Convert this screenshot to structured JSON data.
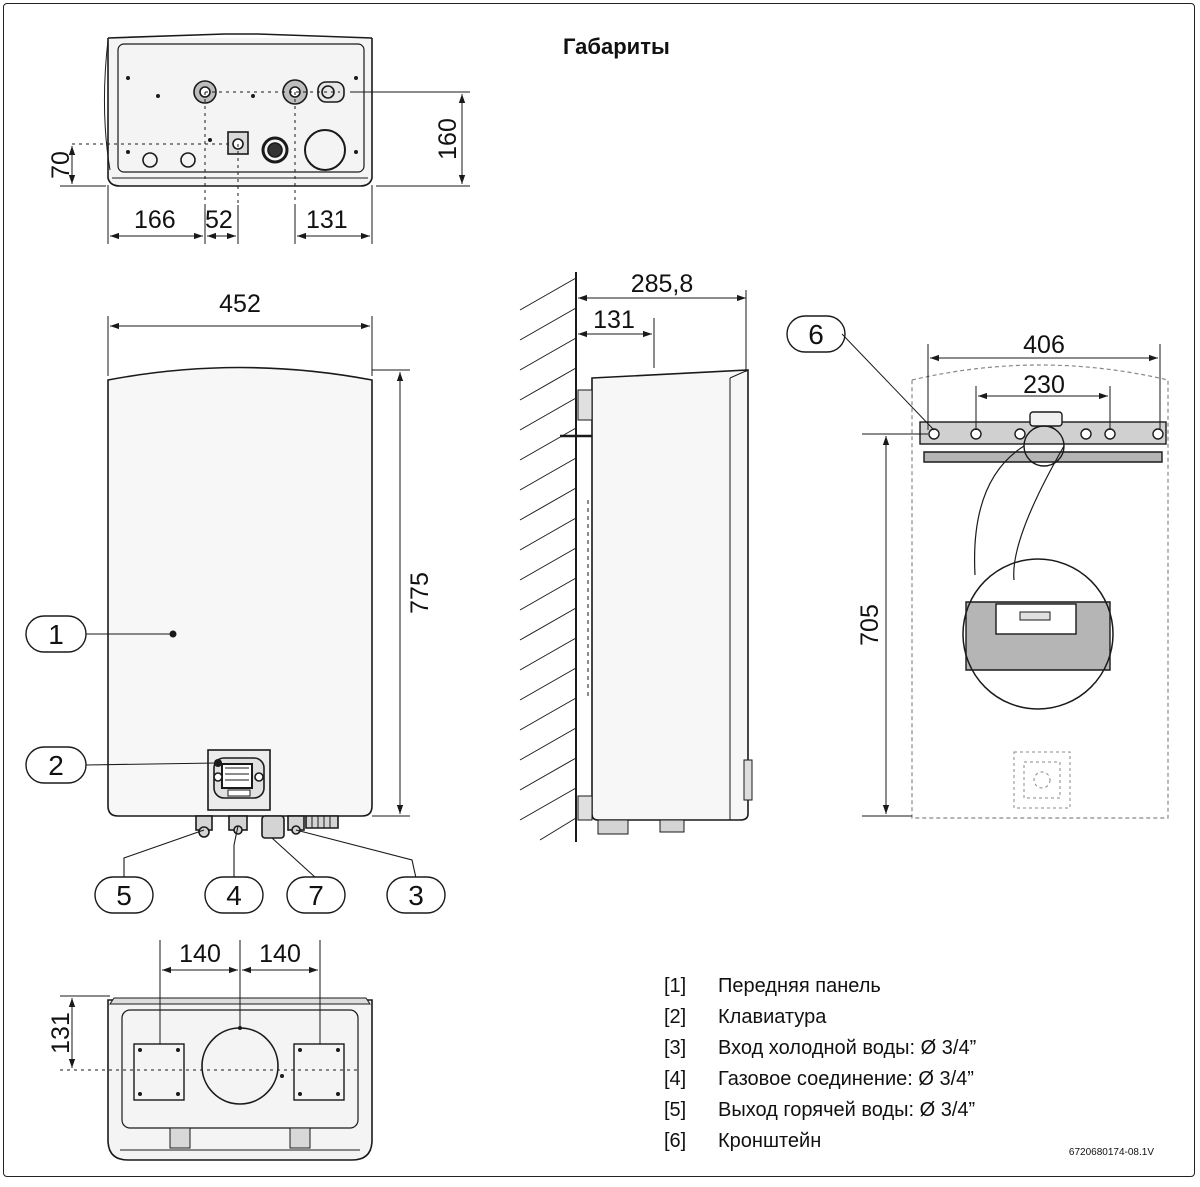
{
  "title": "Габариты",
  "dimensions": {
    "top_view": {
      "h_160": "160",
      "h_70": "70",
      "w_166": "166",
      "w_52": "52",
      "w_131": "131"
    },
    "front_view": {
      "width": "452",
      "height": "775"
    },
    "side_view": {
      "depth": "285,8",
      "offset": "131"
    },
    "bracket_view": {
      "outer": "406",
      "inner": "230",
      "height": "705"
    },
    "bottom_view": {
      "left": "140",
      "right": "140",
      "depth": "131"
    }
  },
  "callouts": [
    "1",
    "2",
    "3",
    "4",
    "5",
    "6",
    "7"
  ],
  "legend": [
    {
      "num": "[1]",
      "text": "Передняя панель"
    },
    {
      "num": "[2]",
      "text": "Клавиатура"
    },
    {
      "num": "[3]",
      "text": "Вход холодной воды: Ø 3/4”"
    },
    {
      "num": "[4]",
      "text": "Газовое соединение: Ø 3/4”"
    },
    {
      "num": "[5]",
      "text": "Выход горячей воды: Ø 3/4”"
    },
    {
      "num": "[6]",
      "text": "Кронштейн"
    }
  ],
  "drawing_code": "6720680174-08.1V",
  "colors": {
    "line": "#1a1a1a",
    "panel": "#f2f2f2",
    "gray_fill": "#b5b5b5",
    "dash": "#888888"
  }
}
